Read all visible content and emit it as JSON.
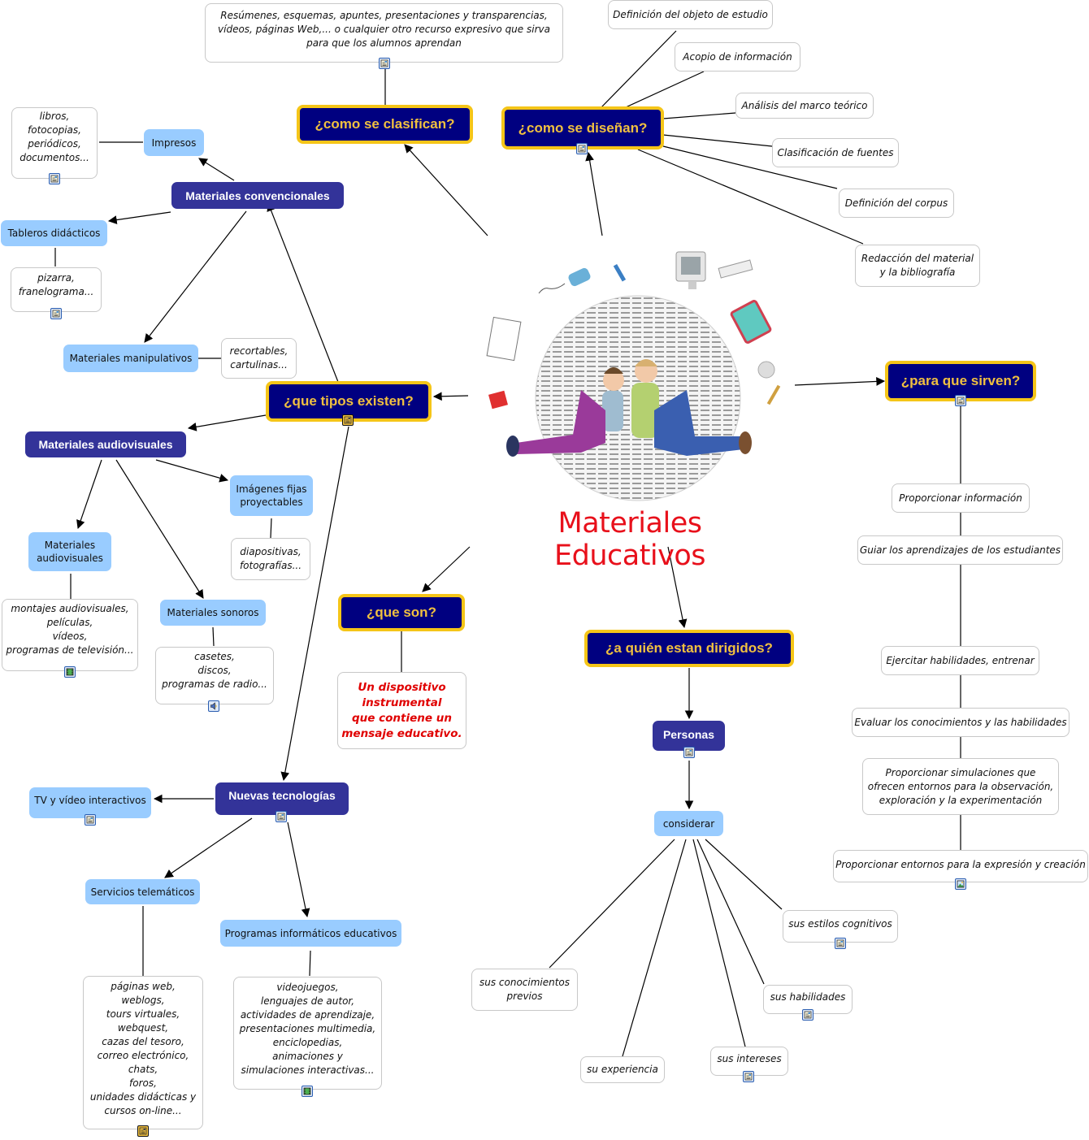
{
  "title": "Materiales Educativos",
  "colors": {
    "question_fill": "#000080",
    "question_border": "#f5c518",
    "question_text": "#f0c040",
    "category_fill": "#333399",
    "subcategory_fill": "#99ccff",
    "leaf_border": "#c8c8c8",
    "title_red": "#e8101b",
    "definition_red": "#e00000"
  },
  "questions": {
    "clasifican": "¿como se clasifican?",
    "disenan": "¿como se diseñan?",
    "tipos": "¿que tipos existen?",
    "sirven": "¿para que sirven?",
    "son": "¿que son?",
    "dirigidos": "¿a quién estan dirigidos?"
  },
  "clasifican_leaf": "Resúmenes, esquemas, apuntes, presentaciones y transparencias, vídeos, páginas Web,... o cualquier otro recurso expresivo que sirva para que los alumnos aprendan",
  "disenan_steps": [
    "Definición del objeto de estudio",
    "Acopio de información",
    "Análisis del marco teórico",
    "Clasificación de fuentes",
    "Definición del corpus",
    "Redacción del material\ny la bibliografía"
  ],
  "convencionales": {
    "label": "Materiales convencionales",
    "impresos": "Impresos",
    "impresos_examples": "libros,\nfotocopias,\nperiódicos,\ndocumentos...",
    "tableros": "Tableros didácticos",
    "tableros_examples": "pizarra,\nfranelograma...",
    "manipulativos": "Materiales manipulativos",
    "manipulativos_examples": "recortables,\ncartulinas..."
  },
  "audiovisuales": {
    "label": "Materiales audiovisuales",
    "imagenes": "Imágenes fijas\nproyectables",
    "imagenes_examples": "diapositivas,\nfotografías...",
    "av_sub": "Materiales\naudiovisuales",
    "av_examples": "montajes audiovisuales,\npelículas,\nvídeos,\nprogramas de televisión...",
    "sonoros": "Materiales sonoros",
    "sonoros_examples": "casetes,\ndiscos,\nprogramas de radio..."
  },
  "son_definition": "Un dispositivo\ninstrumental\nque contiene un\nmensaje educativo.",
  "nuevas": {
    "label": "Nuevas tecnologías",
    "tv": "TV y vídeo interactivos",
    "telematicos": "Servicios telemáticos",
    "telematicos_examples": "páginas web,\nweblogs,\ntours virtuales,\nwebquest,\ncazas del tesoro,\ncorreo electrónico,\nchats,\nforos,\nunidades didácticas y\ncursos on-line...",
    "programas": "Programas informáticos educativos",
    "programas_examples": "videojuegos,\nlenguajes de autor,\nactividades de aprendizaje,\npresentaciones multimedia,\nenciclopedias,\nanimaciones y\nsimulaciones interactivas..."
  },
  "sirven_items": [
    "Proporcionar información",
    "Guiar los aprendizajes de los estudiantes",
    "Ejercitar habilidades, entrenar",
    "Evaluar los conocimientos y las habilidades",
    "Proporcionar simulaciones que\nofrecen entornos para la observación,\nexploración y la experimentación",
    "Proporcionar entornos para la expresión y creación"
  ],
  "dirigidos": {
    "personas": "Personas",
    "considerar": "considerar",
    "items": [
      "sus conocimientos\nprevios",
      "su experiencia",
      "sus intereses",
      "sus habilidades",
      "sus estilos cognitivos"
    ]
  }
}
